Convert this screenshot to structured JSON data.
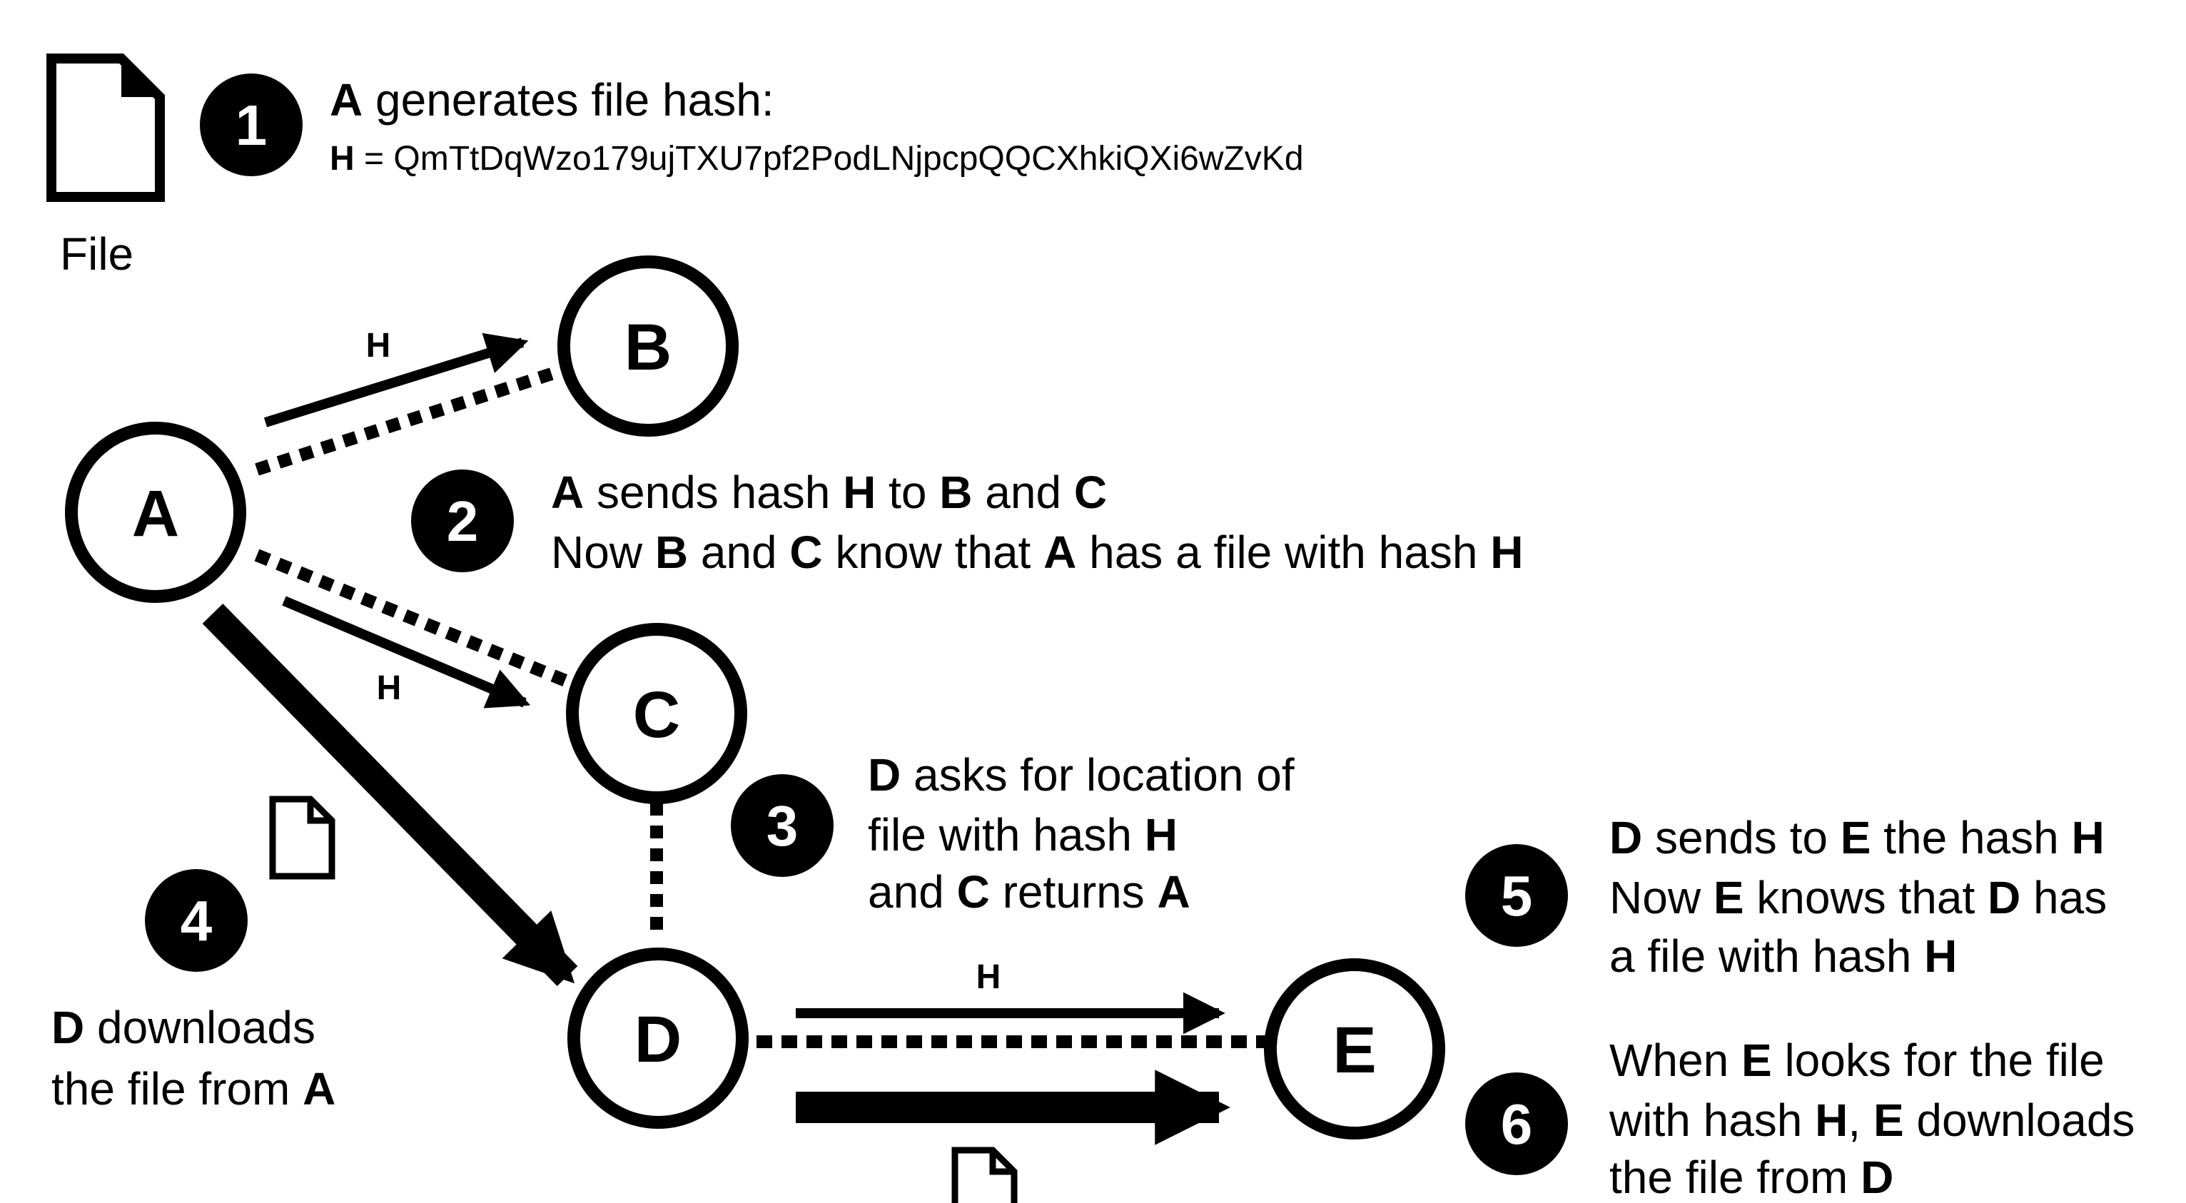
{
  "colors": {
    "ink": "#000000",
    "background": "#ffffff"
  },
  "icons": {
    "file": "file-icon",
    "step_badge": "filled-circle-badge"
  },
  "file_caption": "File",
  "nodes": {
    "A": "A",
    "B": "B",
    "C": "C",
    "D": "D",
    "E": "E"
  },
  "edge_labels": {
    "a_to_b": "H",
    "a_to_c": "H",
    "d_to_e": "H"
  },
  "steps": [
    {
      "number": "1",
      "lines": [
        [
          {
            "t": "A",
            "b": true
          },
          {
            "t": " generates file hash:",
            "b": false
          }
        ],
        [
          {
            "t": "H",
            "b": true
          },
          {
            "t": " = QmTtDqWzo179ujTXU7pf2PodLNjpcpQQCXhkiQXi6wZvKd",
            "b": false
          }
        ]
      ]
    },
    {
      "number": "2",
      "lines": [
        [
          {
            "t": "A",
            "b": true
          },
          {
            "t": " sends hash ",
            "b": false
          },
          {
            "t": "H",
            "b": true
          },
          {
            "t": " to ",
            "b": false
          },
          {
            "t": "B",
            "b": true
          },
          {
            "t": " and ",
            "b": false
          },
          {
            "t": "C",
            "b": true
          }
        ],
        [
          {
            "t": "Now ",
            "b": false
          },
          {
            "t": "B",
            "b": true
          },
          {
            "t": " and ",
            "b": false
          },
          {
            "t": "C",
            "b": true
          },
          {
            "t": " know that ",
            "b": false
          },
          {
            "t": "A",
            "b": true
          },
          {
            "t": " has a file with hash ",
            "b": false
          },
          {
            "t": "H",
            "b": true
          }
        ]
      ]
    },
    {
      "number": "3",
      "lines": [
        [
          {
            "t": "D",
            "b": true
          },
          {
            "t": " asks for location of",
            "b": false
          }
        ],
        [
          {
            "t": "file with hash ",
            "b": false
          },
          {
            "t": "H",
            "b": true
          }
        ],
        [
          {
            "t": "and ",
            "b": false
          },
          {
            "t": "C",
            "b": true
          },
          {
            "t": " returns ",
            "b": false
          },
          {
            "t": "A",
            "b": true
          }
        ]
      ]
    },
    {
      "number": "4",
      "lines": [
        [
          {
            "t": "D",
            "b": true
          },
          {
            "t": " downloads",
            "b": false
          }
        ],
        [
          {
            "t": "the file from ",
            "b": false
          },
          {
            "t": "A",
            "b": true
          }
        ]
      ]
    },
    {
      "number": "5",
      "lines": [
        [
          {
            "t": "D",
            "b": true
          },
          {
            "t": " sends to ",
            "b": false
          },
          {
            "t": "E",
            "b": true
          },
          {
            "t": " the hash ",
            "b": false
          },
          {
            "t": "H",
            "b": true
          }
        ],
        [
          {
            "t": "Now ",
            "b": false
          },
          {
            "t": "E",
            "b": true
          },
          {
            "t": " knows that ",
            "b": false
          },
          {
            "t": "D",
            "b": true
          },
          {
            "t": " has",
            "b": false
          }
        ],
        [
          {
            "t": "a file with hash ",
            "b": false
          },
          {
            "t": "H",
            "b": true
          }
        ]
      ]
    },
    {
      "number": "6",
      "lines": [
        [
          {
            "t": "When ",
            "b": false
          },
          {
            "t": "E",
            "b": true
          },
          {
            "t": " looks for the file",
            "b": false
          }
        ],
        [
          {
            "t": "with hash ",
            "b": false
          },
          {
            "t": "H",
            "b": true
          },
          {
            "t": ", ",
            "b": false
          },
          {
            "t": "E",
            "b": true
          },
          {
            "t": " downloads",
            "b": false
          }
        ],
        [
          {
            "t": "the file from ",
            "b": false
          },
          {
            "t": "D",
            "b": true
          }
        ]
      ]
    }
  ]
}
